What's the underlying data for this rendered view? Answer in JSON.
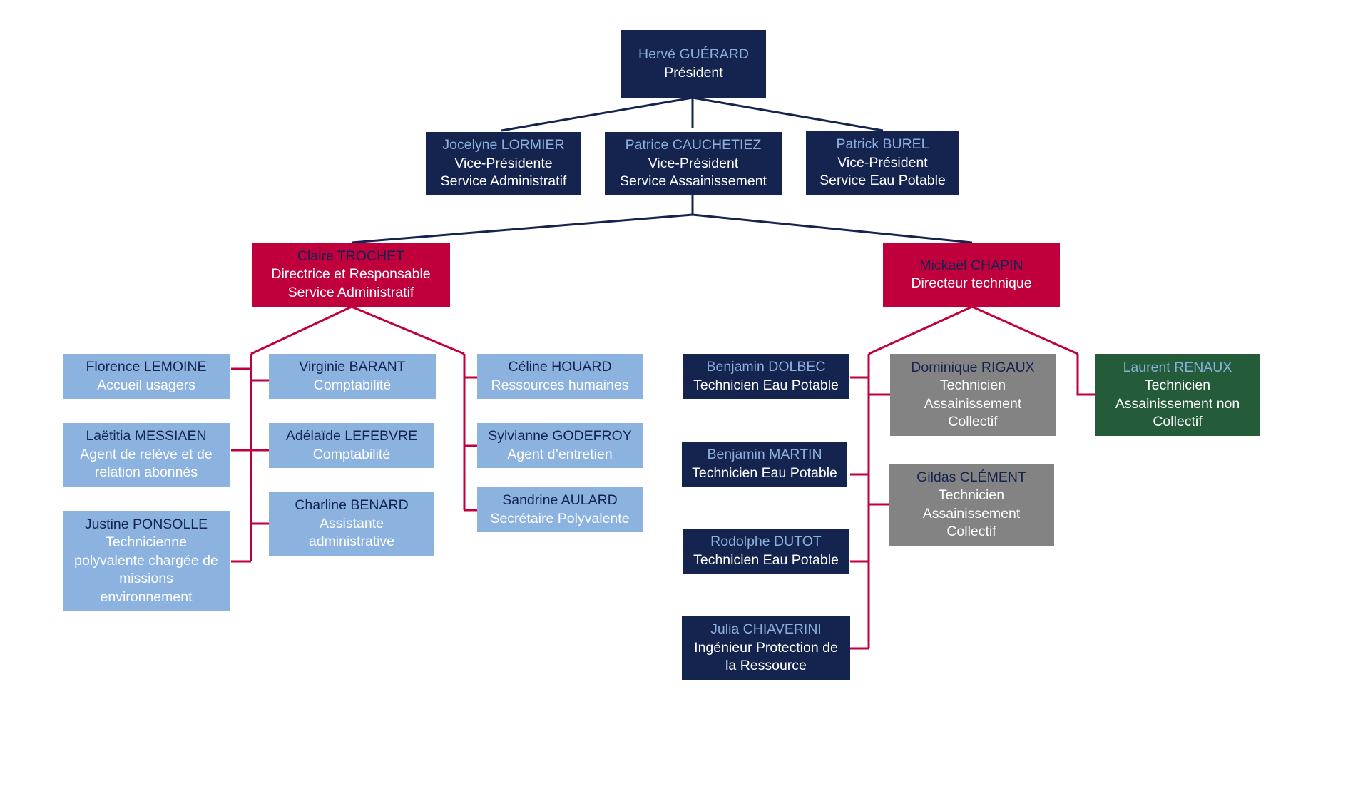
{
  "palette": {
    "navy": "#14244e",
    "crimson": "#c0003c",
    "light_blue": "#8cb2e0",
    "gray": "#838383",
    "green": "#245c3a",
    "name_light": "#8bb0de"
  },
  "nodes": {
    "guerard": {
      "name": "Hervé GUÉRARD",
      "role": "Président"
    },
    "lormier": {
      "name": "Jocelyne LORMIER",
      "role": "Vice-Présidente",
      "service": "Service Administratif"
    },
    "cauchetiez": {
      "name": "Patrice CAUCHETIEZ",
      "role": "Vice-Président",
      "service": "Service Assainissement"
    },
    "burel": {
      "name": "Patrick BUREL",
      "role": "Vice-Président",
      "service": "Service Eau Potable"
    },
    "trochet": {
      "name": "Claire TROCHET",
      "role": "Directrice et Responsable",
      "service": "Service Administratif"
    },
    "chapin": {
      "name": "Mickaël CHAPIN",
      "role": "Directeur technique"
    },
    "lemoine": {
      "name": "Florence LEMOINE",
      "role": "Accueil usagers"
    },
    "messiaen": {
      "name": "Laëtitia MESSIAEN",
      "role_1": "Agent de relève et de",
      "role_2": "relation abonnés"
    },
    "ponsolle": {
      "name": "Justine PONSOLLE",
      "role_1": "Technicienne",
      "role_2": "polyvalente chargée de",
      "role_3": "missions",
      "role_4": "environnement"
    },
    "barant": {
      "name": "Virginie BARANT",
      "role": "Comptabilité"
    },
    "lefebvre": {
      "name": "Adélaïde LEFEBVRE",
      "role": "Comptabilité"
    },
    "benard": {
      "name": "Charline BENARD",
      "role_1": "Assistante",
      "role_2": "administrative"
    },
    "houard": {
      "name": "Céline HOUARD",
      "role": "Ressources humaines"
    },
    "godefroy": {
      "name": "Sylvianne GODEFROY",
      "role": "Agent d’entretien"
    },
    "aulard": {
      "name": "Sandrine AULARD",
      "role": "Secrétaire Polyvalente"
    },
    "dolbec": {
      "name": "Benjamin DOLBEC",
      "role": "Technicien Eau Potable"
    },
    "martin": {
      "name": "Benjamin MARTIN",
      "role": "Technicien Eau Potable"
    },
    "dutot": {
      "name": "Rodolphe DUTOT",
      "role": "Technicien Eau Potable"
    },
    "chiaverini": {
      "name": "Julia CHIAVERINI",
      "role_1": "Ingénieur Protection de",
      "role_2": "la Ressource"
    },
    "rigaux": {
      "name": "Dominique RIGAUX",
      "role_1": "Technicien",
      "role_2": "Assainissement",
      "role_3": "Collectif"
    },
    "clement": {
      "name": "Gildas CLÉMENT",
      "role_1": "Technicien",
      "role_2": "Assainissement",
      "role_3": "Collectif"
    },
    "renaux": {
      "name": "Laurent RENAUX",
      "role_1": "Technicien",
      "role_2": "Assainissement non",
      "role_3": "Collectif"
    }
  }
}
